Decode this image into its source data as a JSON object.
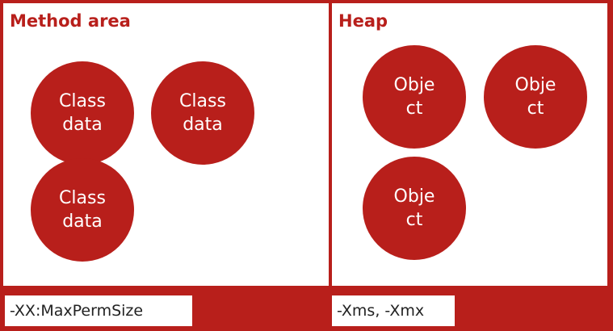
{
  "method_area": {
    "title": "Method area",
    "items": [
      {
        "label": "Class data"
      },
      {
        "label": "Class data"
      },
      {
        "label": "Class data"
      }
    ],
    "jvm_option": "-XX:MaxPermSize"
  },
  "heap": {
    "title": "Heap",
    "items": [
      {
        "label": "Object"
      },
      {
        "label": "Object"
      },
      {
        "label": "Object"
      }
    ],
    "jvm_option": "-Xms, -Xmx"
  },
  "colors": {
    "accent": "#b81f1b",
    "panel_background": "#ffffff"
  }
}
